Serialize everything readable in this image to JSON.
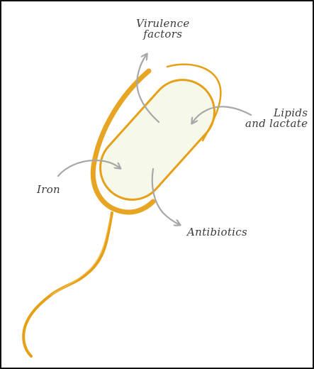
{
  "labels": {
    "virulence_line1": "Virulence",
    "virulence_line2": "factors",
    "lipids_line1": "Lipids",
    "lipids_line2": "and lactate",
    "iron": "Iron",
    "antibiotics": "Antibiotics"
  },
  "colors": {
    "outline": "#e6a017",
    "cell_fill": "#f6f8ea",
    "arrows": "#a8a8a8",
    "text": "#3a3a3a",
    "frame": "#111111"
  }
}
